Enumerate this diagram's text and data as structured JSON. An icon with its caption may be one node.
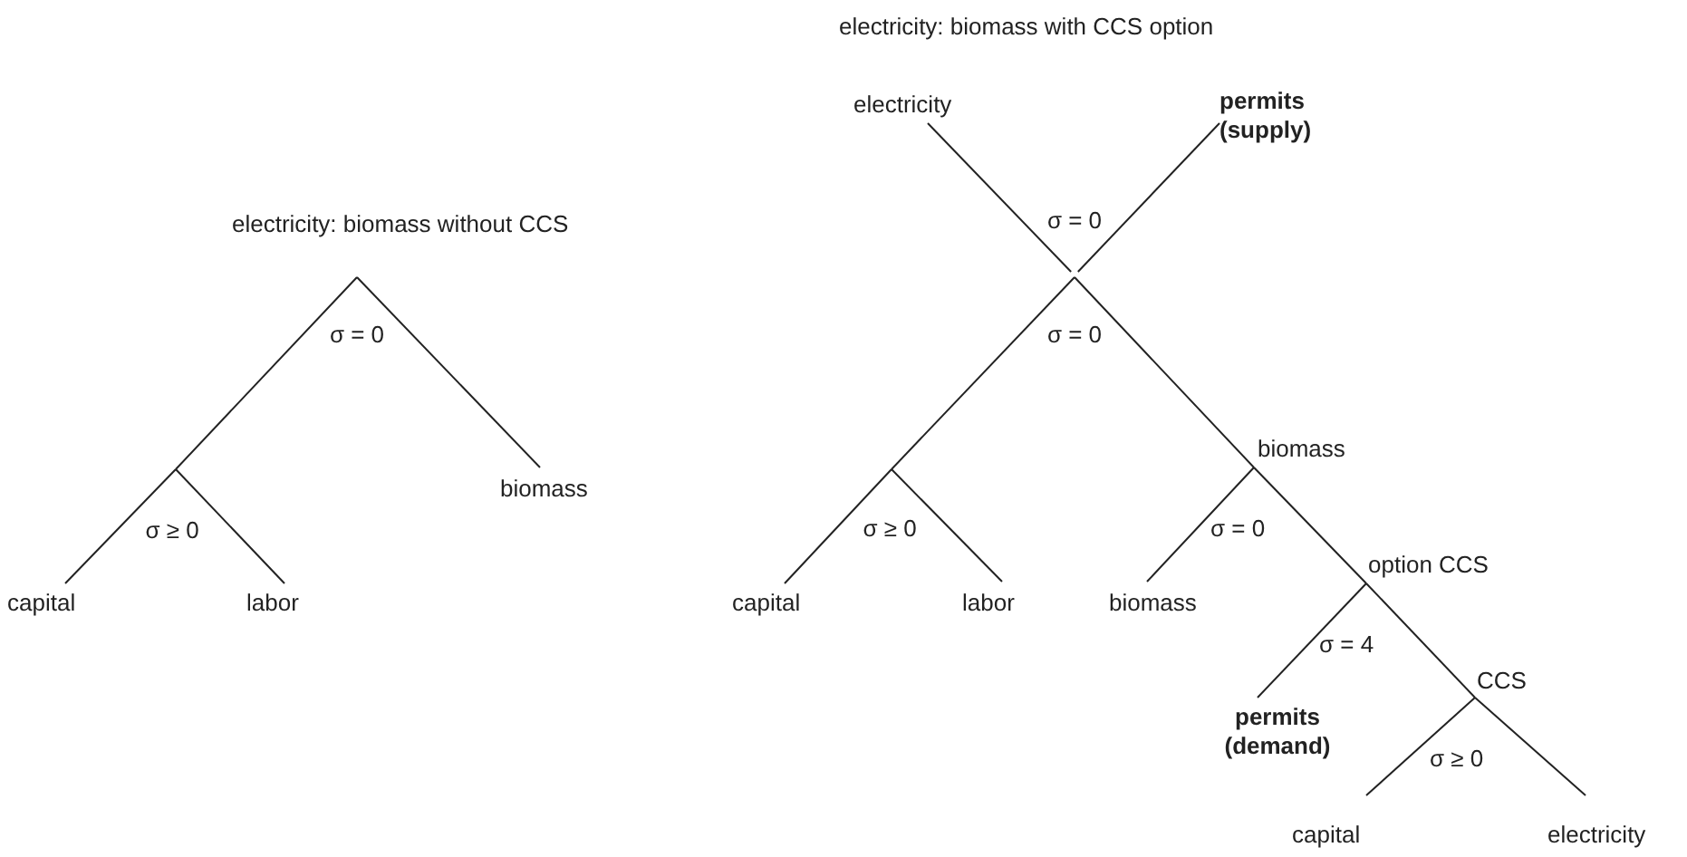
{
  "diagram": {
    "nodes": [
      {
        "text": [
          "σ = 0"
        ]
      },
      {
        "text": [
          "σ ≥ 0"
        ]
      },
      {
        "text": [
          "biomass"
        ]
      },
      {
        "text": [
          "capital"
        ]
      },
      {
        "text": [
          "labor"
        ]
      },
      {
        "text": [
          "electricity"
        ]
      },
      {
        "text": [
          "permits (supply)"
        ]
      },
      {
        "text": [
          "σ = 0"
        ]
      },
      {
        "text": [
          "σ = 0"
        ]
      },
      {
        "text": [
          "biomass"
        ],
        "beside": [
          "σ = 0"
        ]
      },
      {
        "text": [
          "σ ≥ 0"
        ]
      },
      {
        "text": [
          "capital"
        ]
      },
      {
        "text": [
          "labor"
        ]
      },
      {
        "text": [
          "biomass"
        ]
      },
      {
        "text": [
          "option CCS"
        ],
        "beside": [
          "σ = 4"
        ]
      },
      {
        "text": [
          "permits (demand)"
        ]
      },
      {
        "text": [
          "CCS"
        ],
        "beside": [
          "σ ≥ 0"
        ]
      },
      {
        "text": [
          "capital"
        ]
      },
      {
        "text": [
          "electricity"
        ]
      }
    ],
    "edges": [
      {
        "from": 0,
        "to": 1,
        "arrow": "none"
      },
      {
        "from": 0,
        "to": 2,
        "arrow": "none"
      },
      {
        "from": 1,
        "to": 3,
        "arrow": "none"
      },
      {
        "from": 1,
        "to": 4,
        "arrow": "none"
      },
      {
        "from": 7,
        "to": 5,
        "arrow": "none"
      },
      {
        "from": 7,
        "to": 6,
        "arrow": "none"
      },
      {
        "from": 8,
        "to": 10,
        "arrow": "none"
      },
      {
        "from": 8,
        "to": 9,
        "arrow": "none"
      },
      {
        "from": 10,
        "to": 11,
        "arrow": "none"
      },
      {
        "from": 10,
        "to": 12,
        "arrow": "none"
      },
      {
        "from": 9,
        "to": 13,
        "arrow": "none"
      },
      {
        "from": 9,
        "to": 14,
        "arrow": "none"
      },
      {
        "from": 14,
        "to": 15,
        "arrow": "none"
      },
      {
        "from": 14,
        "to": 16,
        "arrow": "none"
      },
      {
        "from": 16,
        "to": 17,
        "arrow": "none"
      },
      {
        "from": 16,
        "to": 18,
        "arrow": "none"
      }
    ],
    "labels": [
      "electricity: biomass with CCS option",
      "electricity: biomass without CCS"
    ]
  }
}
